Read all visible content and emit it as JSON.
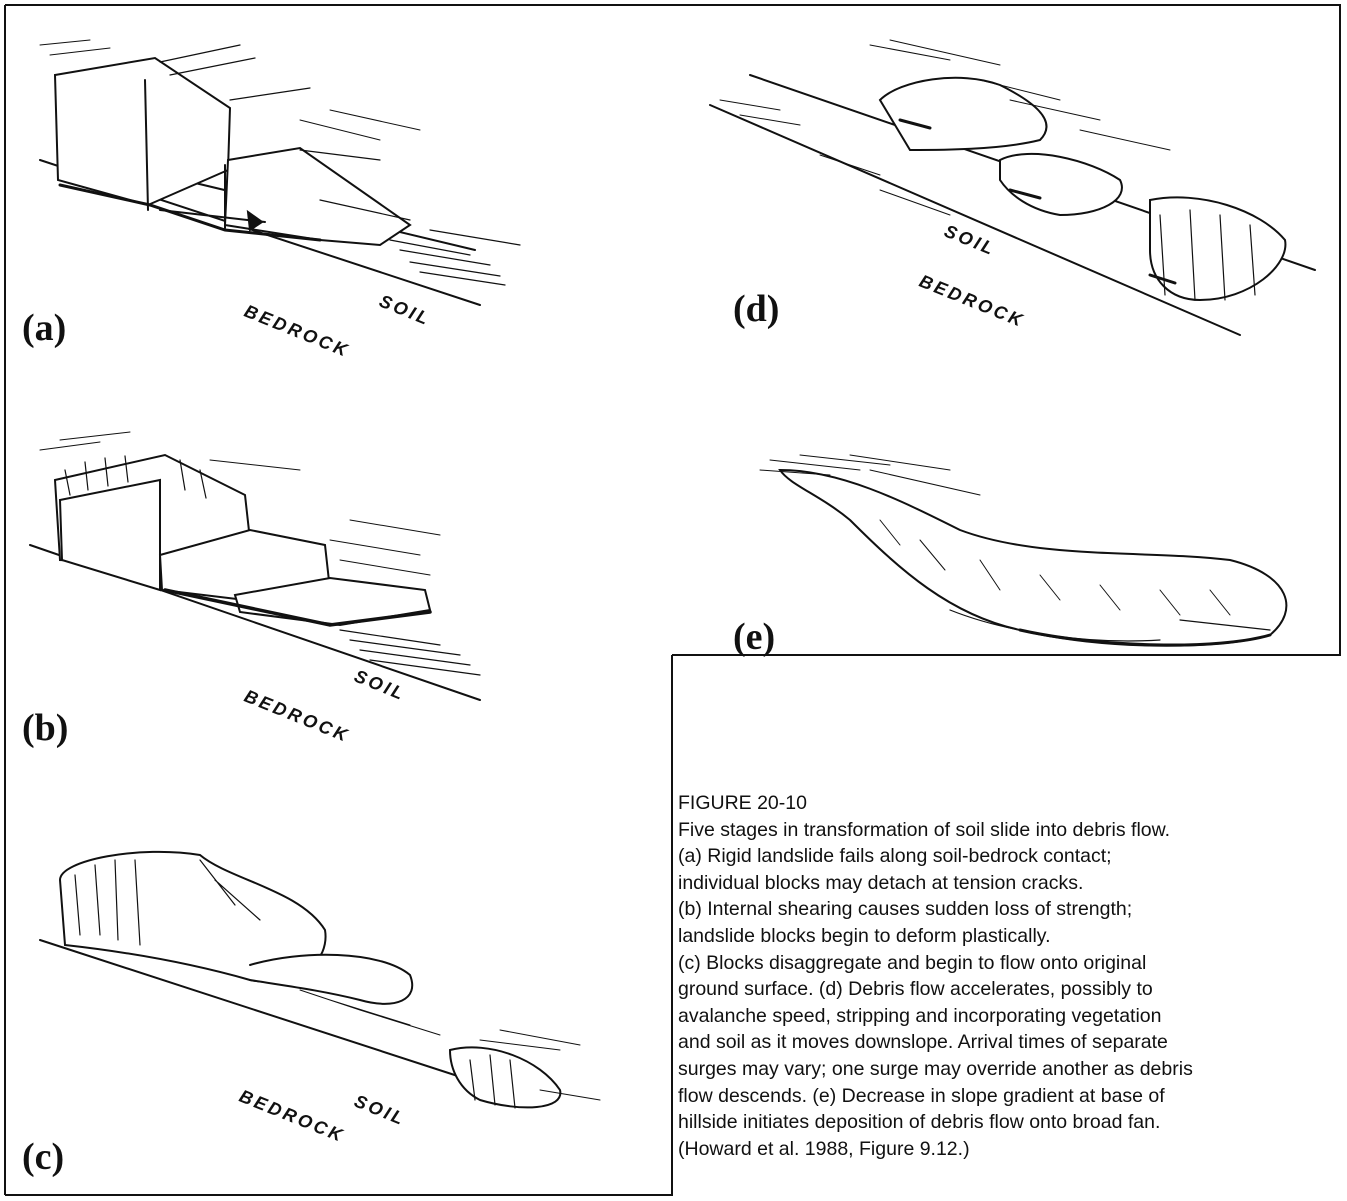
{
  "panels": [
    {
      "id": "a",
      "label": "(a)",
      "bedrock": "BEDROCK",
      "soil": "SOIL"
    },
    {
      "id": "b",
      "label": "(b)",
      "bedrock": "BEDROCK",
      "soil": "SOIL"
    },
    {
      "id": "c",
      "label": "(c)",
      "bedrock": "BEDROCK",
      "soil": "SOIL"
    },
    {
      "id": "d",
      "label": "(d)",
      "bedrock": "BEDROCK",
      "soil": "SOIL"
    },
    {
      "id": "e",
      "label": "(e)"
    }
  ],
  "caption": {
    "figure_number": "FIGURE 20-10",
    "lines": [
      "Five stages in transformation of soil slide into debris flow.",
      "(a) Rigid landslide fails along soil-bedrock contact;",
      "individual blocks may detach at tension cracks.",
      "(b) Internal shearing causes sudden loss of strength;",
      "landslide blocks begin to deform plastically.",
      "(c) Blocks disaggregate and begin to flow onto original",
      "ground surface. (d) Debris flow accelerates, possibly to",
      "avalanche speed, stripping and incorporating vegetation",
      "and soil as it moves downslope. Arrival times of separate",
      "surges may vary; one surge may override another as debris",
      "flow descends. (e) Decrease in slope gradient at base of",
      "hillside initiates deposition of debris flow onto broad fan.",
      "(Howard et al. 1988, Figure 9.12.)"
    ]
  },
  "colors": {
    "ink": "#111111",
    "paper": "#ffffff"
  }
}
